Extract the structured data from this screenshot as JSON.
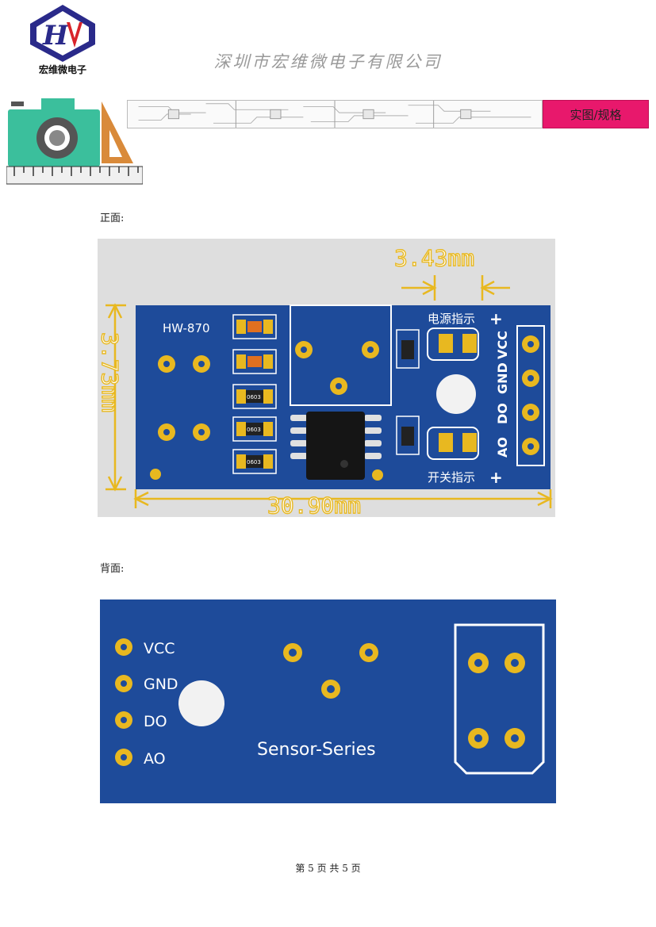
{
  "header": {
    "logo_text": "宏维微电子",
    "company": "深圳市宏维微电子有限公司",
    "banner_label": "实图/规格"
  },
  "sections": {
    "front_label": "正面:",
    "back_label": "背面:"
  },
  "front_board": {
    "model": "HW-870",
    "dim_top": "3.43mm",
    "dim_left": "3.73mm",
    "dim_bottom": "30.90mm",
    "power_indicator": "电源指示",
    "switch_indicator": "开关指示",
    "plus": "+",
    "pins": [
      "VCC",
      "GND",
      "DO",
      "AO"
    ],
    "resistor_code": "0603",
    "board_color": "#1e4b9a",
    "dim_color": "#e8b820"
  },
  "back_board": {
    "pins": [
      "VCC",
      "GND",
      "DO",
      "AO"
    ],
    "silkscreen": "Sensor-Series"
  },
  "footer": {
    "page_text": "第 5 页 共 5 页"
  }
}
